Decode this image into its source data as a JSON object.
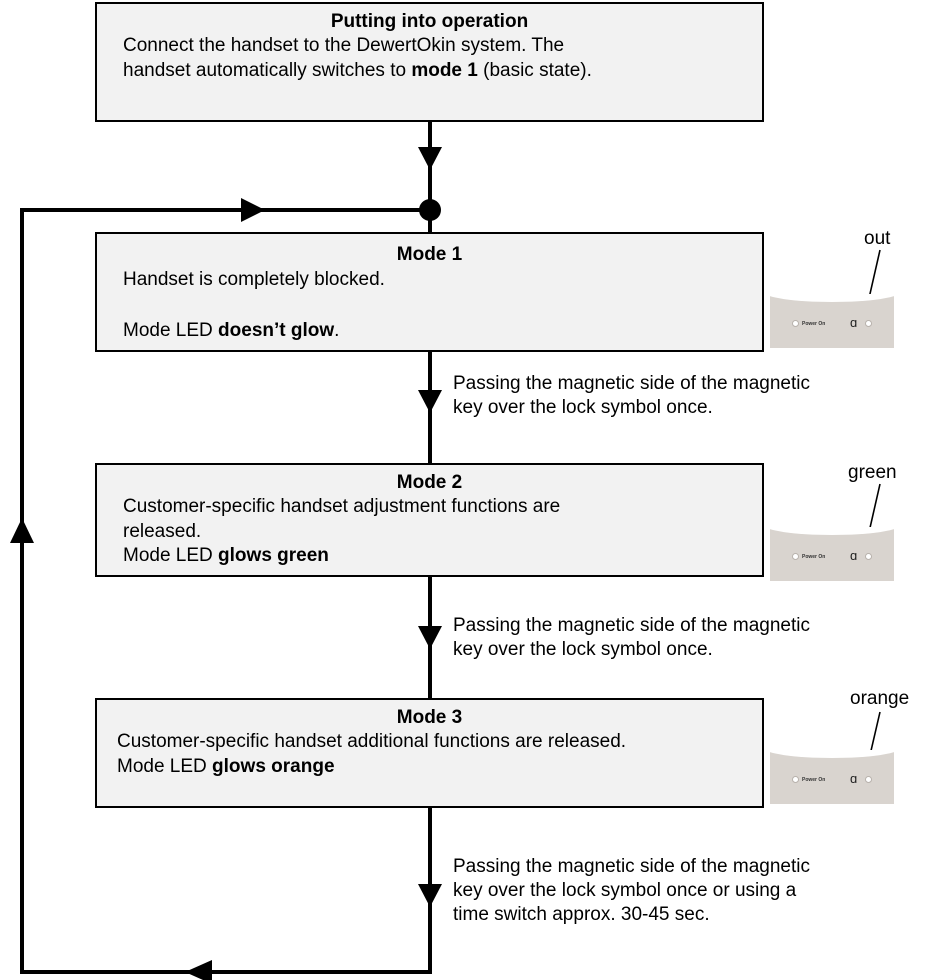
{
  "start": {
    "title": "Putting into operation",
    "line1": "Connect the handset to the DewertOkin system. The",
    "line2_pre": "handset automatically switches to ",
    "line2_bold": "mode 1",
    "line2_post": " (basic state)."
  },
  "mode1": {
    "title": "Mode 1",
    "line1": "Handset is completely blocked.",
    "line2_pre": "Mode LED ",
    "line2_bold": "doesn’t glow",
    "line2_post": ".",
    "led_label": "out"
  },
  "mode2": {
    "title": "Mode 2",
    "line1": "Customer-specific handset adjustment functions are",
    "line2": "released.",
    "line3_pre": "Mode LED ",
    "line3_bold": "glows green",
    "led_label": "green"
  },
  "mode3": {
    "title": "Mode 3",
    "line1": "Customer-specific handset additional functions are released.",
    "line2_pre": "Mode LED ",
    "line2_bold": "glows orange",
    "led_label": "orange"
  },
  "steps": {
    "s1": [
      "Passing the magnetic side of the magnetic",
      "key over the lock symbol once."
    ],
    "s2": [
      "Passing the magnetic side of the magnetic",
      "key over the lock symbol once."
    ],
    "s3": [
      "Passing the magnetic side of the magnetic",
      "key over the lock symbol once or using a",
      "time switch approx. 30-45 sec."
    ]
  },
  "panel": {
    "power_label": "Power On",
    "lock_glyph": "ɑ"
  }
}
